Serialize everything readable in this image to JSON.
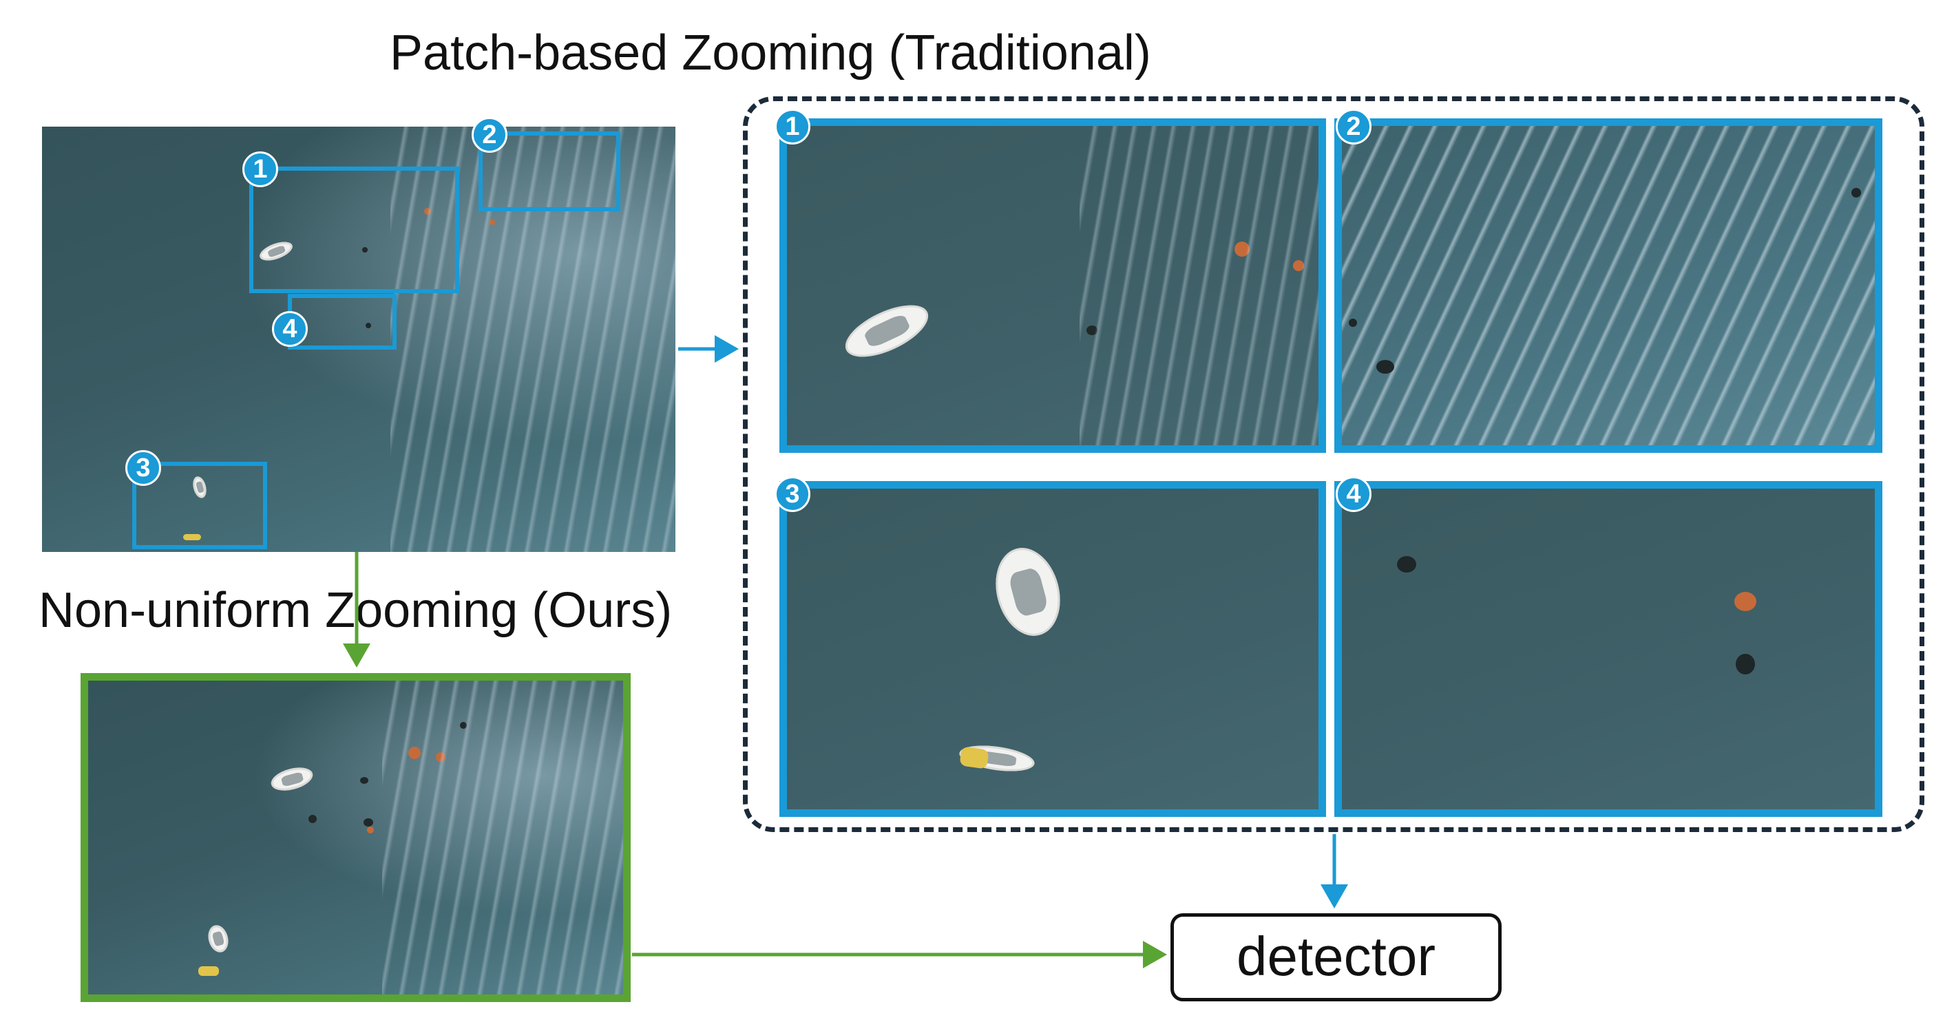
{
  "title_top": "Patch-based Zooming (Traditional)",
  "title_mid": "Non-uniform Zooming (Ours)",
  "detector_label": "detector",
  "badges": [
    "1",
    "2",
    "3",
    "4"
  ],
  "colors": {
    "patch_blue": "#1a9ad6",
    "ours_green": "#5aa433",
    "dashed_border": "#1c2b3a",
    "water": "#3a5b63"
  }
}
